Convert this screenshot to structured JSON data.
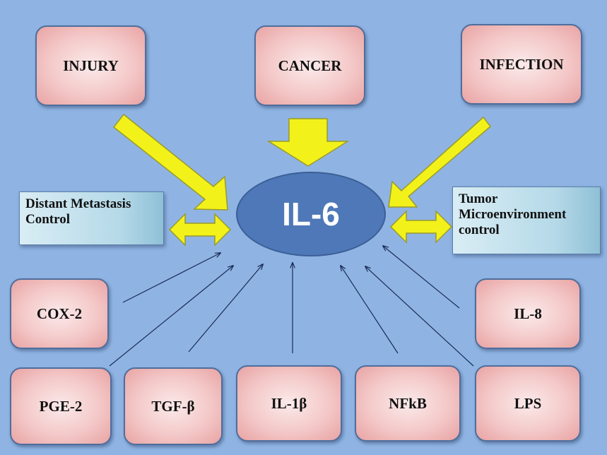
{
  "hub": {
    "label": "IL-6"
  },
  "causes": [
    {
      "id": "injury",
      "label": "INJURY"
    },
    {
      "id": "cancer",
      "label": "CANCER"
    },
    {
      "id": "infection",
      "label": "INFECTION"
    }
  ],
  "controls": {
    "left": {
      "lines": [
        "Distant Metastasis",
        "Control"
      ]
    },
    "right": {
      "lines": [
        "Tumor",
        "Microenvironment",
        "control"
      ]
    }
  },
  "mediators": [
    {
      "id": "cox-2",
      "label": "COX-2"
    },
    {
      "id": "il-8",
      "label": "IL-8"
    },
    {
      "id": "pge-2",
      "label": "PGE-2"
    },
    {
      "id": "tgf-b",
      "label": "TGF-β"
    },
    {
      "id": "il-1b",
      "label": "IL-1β"
    },
    {
      "id": "nfkb",
      "label": "NFkB"
    },
    {
      "id": "lps",
      "label": "LPS"
    }
  ],
  "colors": {
    "background": "#8fb4e3",
    "arrow_fill": "#f2f21a",
    "hub_fill": "#4f78b8",
    "box_fill": "#f4c8c8"
  }
}
